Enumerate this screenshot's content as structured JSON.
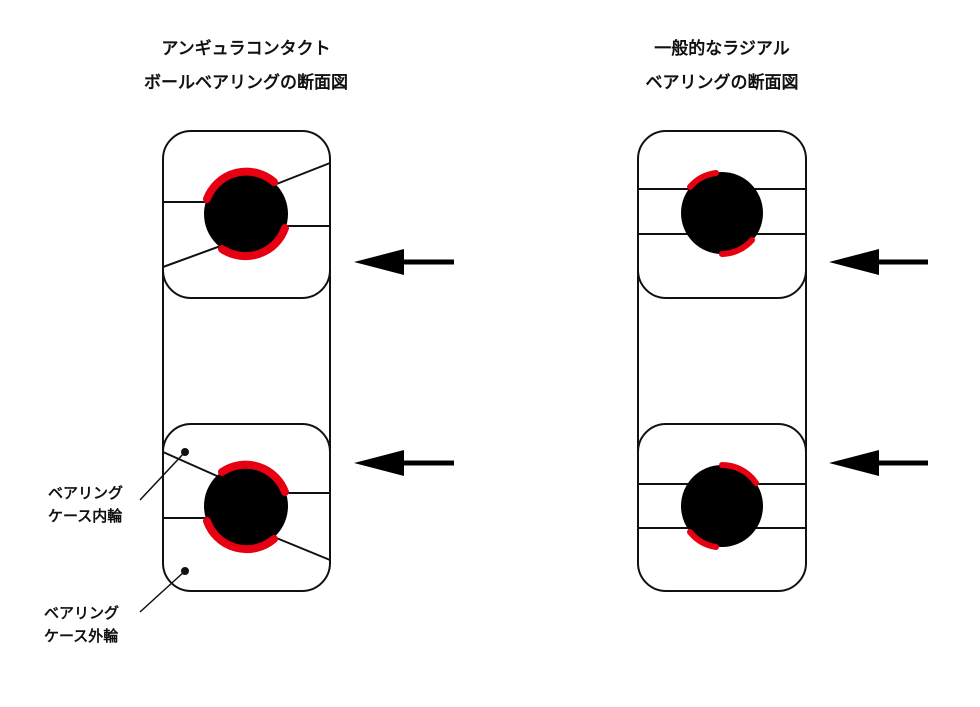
{
  "titles": {
    "angular": {
      "line1": "アンギュラコンタクト",
      "line2": "ボールベアリングの断面図"
    },
    "radial": {
      "line1": "一般的なラジアル",
      "line2": "ベアリングの断面図"
    }
  },
  "labels": {
    "inner": {
      "line1": "ベアリング",
      "line2": "ケース内輪"
    },
    "outer": {
      "line1": "ベアリング",
      "line2": "ケース外輪"
    }
  },
  "colors": {
    "stroke": "#111111",
    "ball": "#000000",
    "contact": "#e60012",
    "background": "#ffffff"
  },
  "icons": {
    "arrow": "left-arrow-icon"
  }
}
